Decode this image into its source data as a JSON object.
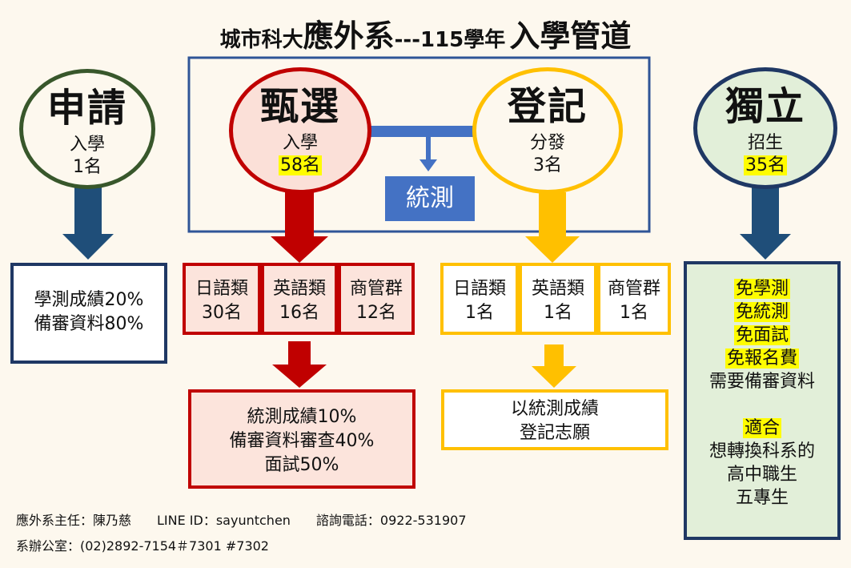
{
  "title": {
    "prefix": "城市科大",
    "dept": "應外系",
    "middle": "---115學年",
    "suffix": "入學管道"
  },
  "channels": {
    "application": {
      "name": "申請",
      "sub": "入學",
      "quota": "1名"
    },
    "selection": {
      "name": "甄選",
      "sub": "入學",
      "quota": "58名"
    },
    "registration": {
      "name": "登記",
      "sub": "分發",
      "quota": "3名"
    },
    "independent": {
      "name": "獨立",
      "sub": "招生",
      "quota": "35名"
    }
  },
  "exam_label": "統測",
  "application_criteria": [
    "學測成績20%",
    "備審資料80%"
  ],
  "selection_groups": [
    {
      "name": "日語類",
      "quota": "30名"
    },
    {
      "name": "英語類",
      "quota": "16名"
    },
    {
      "name": "商管群",
      "quota": "12名"
    }
  ],
  "selection_criteria": [
    "統測成績10%",
    "備審資料審查40%",
    "面試50%"
  ],
  "registration_groups": [
    {
      "name": "日語類",
      "quota": "1名"
    },
    {
      "name": "英語類",
      "quota": "1名"
    },
    {
      "name": "商管群",
      "quota": "1名"
    }
  ],
  "registration_criteria": [
    "以統測成績",
    "登記志願"
  ],
  "independent_notes": {
    "benefits": [
      "免學測",
      "免統測",
      "免面試",
      "免報名費"
    ],
    "requirement": "需要備審資料",
    "suitable_label": "適合",
    "suitable_for": [
      "想轉換科系的",
      "高中職生",
      "五專生"
    ]
  },
  "footer": {
    "line1": "應外系主任：陳乃慈　　LINE ID：sayuntchen　　諮詢電話：0922-531907",
    "line2": "系辦公室：(02)2892-7154＃7301  #7302"
  },
  "colors": {
    "green": "#38572b",
    "red": "#c00000",
    "yellow": "#ffc000",
    "navy": "#1f3864",
    "arrow_navy": "#1f4e79",
    "blue_box": "#4472c4",
    "pink_fill": "#fce4dc",
    "mint_fill": "#e2efd9",
    "highlight": "#fffc00"
  }
}
